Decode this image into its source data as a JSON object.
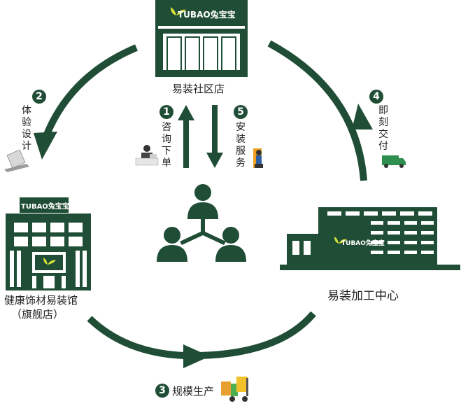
{
  "brand": {
    "logo_text": "TUBAO兔宝宝",
    "logo_short": "TUBAO兔宝宝"
  },
  "colors": {
    "primary": "#1f4d35",
    "accent": "#2f8f4f",
    "light": "#ffffff",
    "text": "#1e1e1e"
  },
  "nodes": {
    "top": "易装社区店",
    "left_line1": "健康饰材易装馆",
    "left_line2": "（旗舰店）",
    "right": "易装加工中心"
  },
  "steps": [
    {
      "num": "1",
      "text": "咨询下单"
    },
    {
      "num": "2",
      "text": "体验设计"
    },
    {
      "num": "3",
      "text": "规模生产"
    },
    {
      "num": "4",
      "text": "即刻交付"
    },
    {
      "num": "5",
      "text": "安装服务"
    }
  ],
  "icons": {
    "center": "people-network-icon",
    "step1": "consultant-desk-icon",
    "step2": "design-laptop-icon",
    "step3": "forklift-icon",
    "step4": "delivery-truck-icon",
    "step5": "installer-worker-icon"
  }
}
